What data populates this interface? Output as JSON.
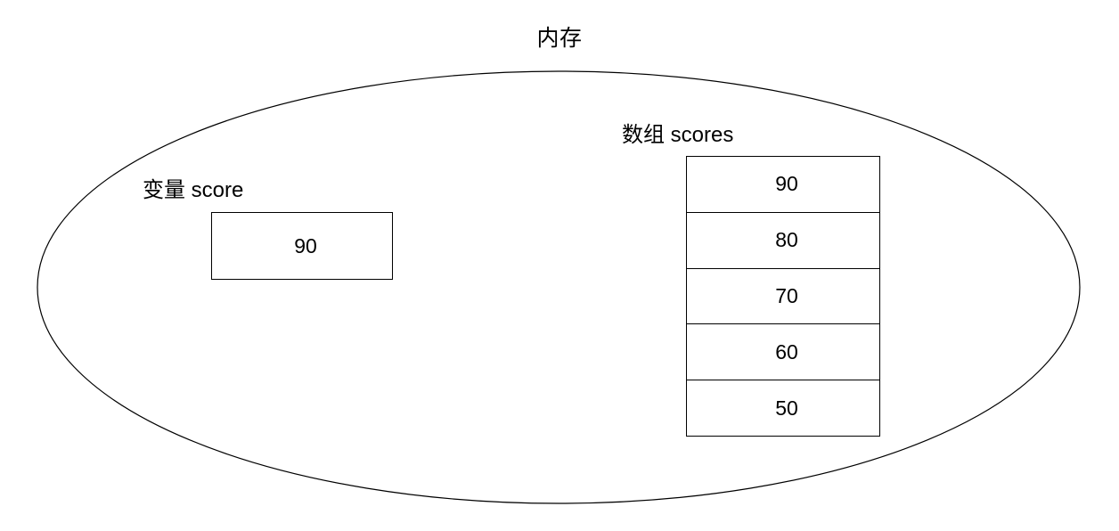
{
  "diagram": {
    "title": "内存",
    "container_shape": "ellipse",
    "stroke_color": "#000000",
    "background_color": "#ffffff",
    "text_color": "#000000"
  },
  "variable": {
    "label": "变量 score",
    "value": "90"
  },
  "array": {
    "label": "数组 scores",
    "cells": [
      {
        "value": "90"
      },
      {
        "value": "80"
      },
      {
        "value": "70"
      },
      {
        "value": "60"
      },
      {
        "value": "50"
      }
    ]
  }
}
